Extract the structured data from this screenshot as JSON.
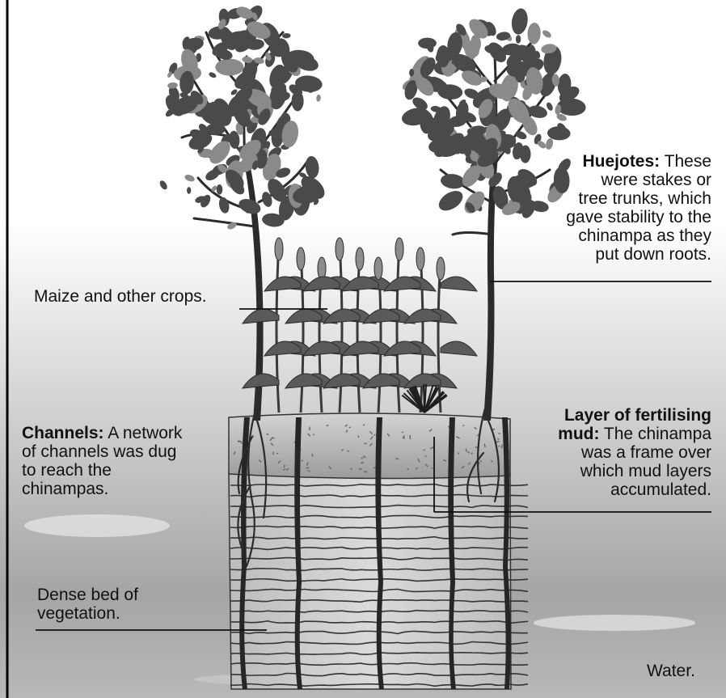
{
  "labels": {
    "huejotes": {
      "term": "Huejotes:",
      "lines": [
        " These",
        "were stakes or",
        "tree trunks, which",
        "gave stability to the",
        "chinampa as they",
        "put down roots."
      ]
    },
    "maize": {
      "text": "Maize and other crops."
    },
    "channels": {
      "term": "Channels:",
      "lines": [
        " A network",
        "of channels was dug",
        "to reach the",
        "chinampas."
      ]
    },
    "mud": {
      "term_lines": [
        "Layer of fertilising",
        "mud:"
      ],
      "lines": [
        " The chinampa",
        "was a frame over",
        "which mud layers",
        "accumulated."
      ]
    },
    "vegetation": {
      "lines": [
        "Dense bed of",
        "vegetation."
      ]
    },
    "water": {
      "text": "Water."
    }
  },
  "colors": {
    "sky_top": "#ffffff",
    "sky_bottom": "#9a9a9a",
    "mud": "#b5b5b5",
    "layers": "#c9c9c9",
    "trunk": "#2b2b2b",
    "foliage": "#4a4a4a",
    "leaves": "#6e6e6e"
  }
}
